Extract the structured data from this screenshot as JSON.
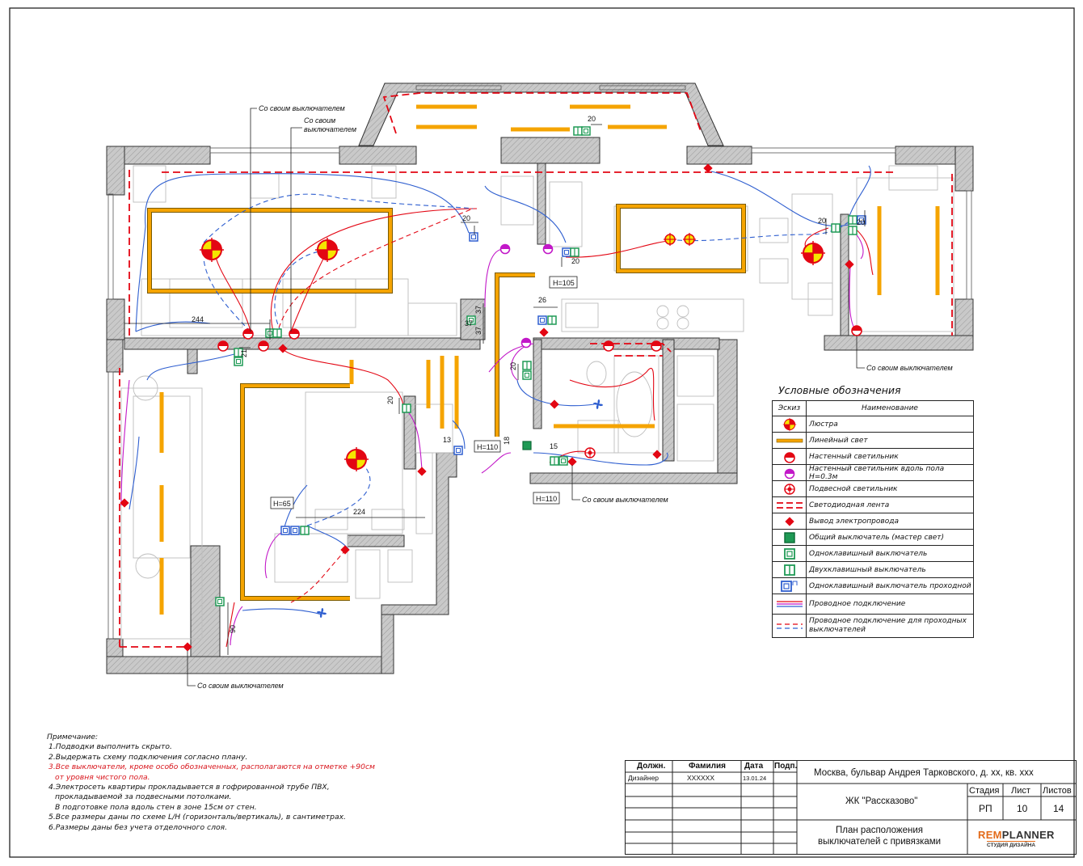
{
  "plan": {
    "callouts": {
      "own_switch_1": "Со своим выключателем",
      "own_switch_2": "Со своим выключателем",
      "own_switch_3": "Со своим выключателем",
      "own_switch_4": "Со своим выключателем",
      "own_switch_5": "Со своим выключателем"
    },
    "dimensions": {
      "d244": "244",
      "d224": "224",
      "d20a": "20",
      "d20b": "20",
      "d20c": "20",
      "d20d": "20",
      "d20e": "20",
      "d21": "21",
      "d37a": "37",
      "d37b": "37",
      "d37c": "37",
      "d26": "26",
      "d20f": "20",
      "d13": "13",
      "d18": "18",
      "d15": "15",
      "d90": "90",
      "h105": "H=105",
      "h110a": "H=110",
      "h110b": "H=110",
      "h65": "H=65"
    }
  },
  "legend": {
    "title": "Условные обозначения",
    "col_sketch": "Эскиз",
    "col_name": "Наименование",
    "items": [
      {
        "icon": "chandelier-icon",
        "label": "Люстра"
      },
      {
        "icon": "linear-light-icon",
        "label": "Линейный свет"
      },
      {
        "icon": "wall-lamp-icon",
        "label": "Настенный светильник"
      },
      {
        "icon": "floor-wall-lamp-icon",
        "label": "Настенный светильник вдоль пола H=0.3м"
      },
      {
        "icon": "pendant-lamp-icon",
        "label": "Подвесной светильник"
      },
      {
        "icon": "led-strip-icon",
        "label": "Светодиодная лента"
      },
      {
        "icon": "wire-outlet-icon",
        "label": "Вывод электропровода"
      },
      {
        "icon": "master-switch-icon",
        "label": "Общий выключатель (мастер свет)"
      },
      {
        "icon": "single-switch-icon",
        "label": "Одноклавишный выключатель"
      },
      {
        "icon": "double-switch-icon",
        "label": "Двухклавишный выключатель"
      },
      {
        "icon": "passthrough-switch-icon",
        "label": "Одноклавишный выключатель проходной"
      },
      {
        "icon": "wiring-icon",
        "label": "Проводное подключение"
      },
      {
        "icon": "passthrough-wiring-icon",
        "label": "Проводное подключение для проходных выключателей"
      }
    ],
    "colors": {
      "orange": "#f5a400",
      "red": "#e30613",
      "blue": "#2f5fd0",
      "magenta": "#c218c8",
      "green": "#1f9a55"
    }
  },
  "notes": {
    "title": "Примечание:",
    "n1": "1.Подводки выполнить скрыто.",
    "n2": "2.Выдержать схему подключения согласно плану.",
    "n3a": "3.Все выключатели, кроме особо обозначенных, располагаются на отметке +90см",
    "n3b": "от уровня чистого пола.",
    "n4a": "4.Электросеть квартиры прокладывается в гофрированной трубе ПВХ,",
    "n4b": "прокладываемой за подвесными потолками.",
    "n4c": "В подготовке пола вдоль стен в зоне 15см от стен.",
    "n5": "5.Все размеры даны по схеме L/H (горизонталь/вертикаль), в сантиметрах.",
    "n6": "6.Размеры даны без учета отделочного слоя."
  },
  "title_block": {
    "h_position": "Должн.",
    "h_surname": "Фамилия",
    "h_date": "Дата",
    "h_sign": "Подп.",
    "role": "Дизайнер",
    "surname": "XXXXXX",
    "date": "13.01.24",
    "address": "Москва, бульвар Андрея Тарковского, д. xx, кв. xxx",
    "complex": "ЖК \"Рассказово\"",
    "h_stage": "Стадия",
    "h_sheet": "Лист",
    "h_sheets": "Листов",
    "stage": "РП",
    "sheet": "10",
    "sheets": "14",
    "drawing_title_1": "План расположения",
    "drawing_title_2": "выключателей с привязками",
    "logo_rem": "REM",
    "logo_planner": "PLANNER",
    "logo_sub": "СТУДИЯ ДИЗАЙНА"
  }
}
